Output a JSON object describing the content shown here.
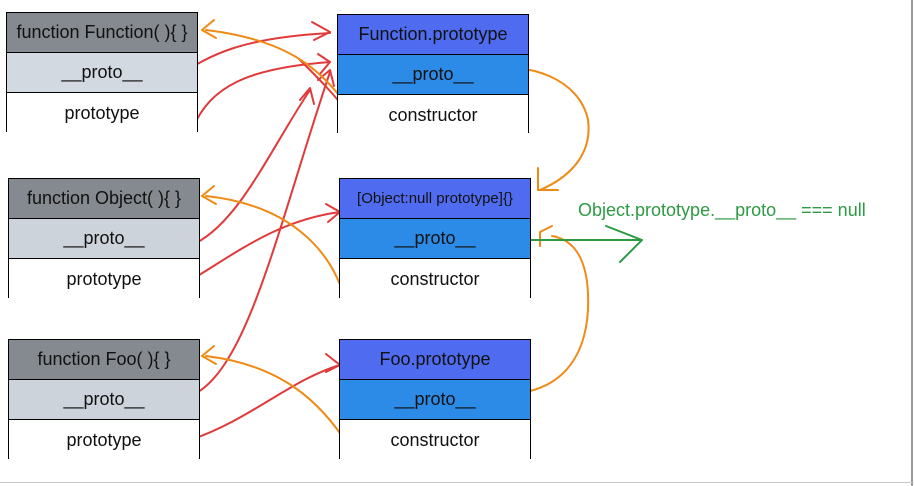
{
  "left_boxes": [
    {
      "title": "function Function( ){ }",
      "proto": "__proto__",
      "prototype": "prototype"
    },
    {
      "title": "function Object( ){ }",
      "proto": "__proto__",
      "prototype": "prototype"
    },
    {
      "title": "function Foo( ){ }",
      "proto": "__proto__",
      "prototype": "prototype"
    }
  ],
  "right_boxes": [
    {
      "title": "Function.prototype",
      "proto": "__proto__",
      "constructor": "constructor"
    },
    {
      "title": "[Object:null prototype]{}",
      "proto": "__proto__",
      "constructor": "constructor"
    },
    {
      "title": "Foo.prototype",
      "proto": "__proto__",
      "constructor": "constructor"
    }
  ],
  "note": "Object.prototype.__proto__ === null",
  "colors": {
    "proto_link": "#e03a3a",
    "constructor_link": "#f08a14",
    "null_link": "#2e9a43",
    "function_header": "#858a90",
    "prototype_header": "#4f6cf0",
    "prototype_proto_row": "#2b8be6"
  }
}
